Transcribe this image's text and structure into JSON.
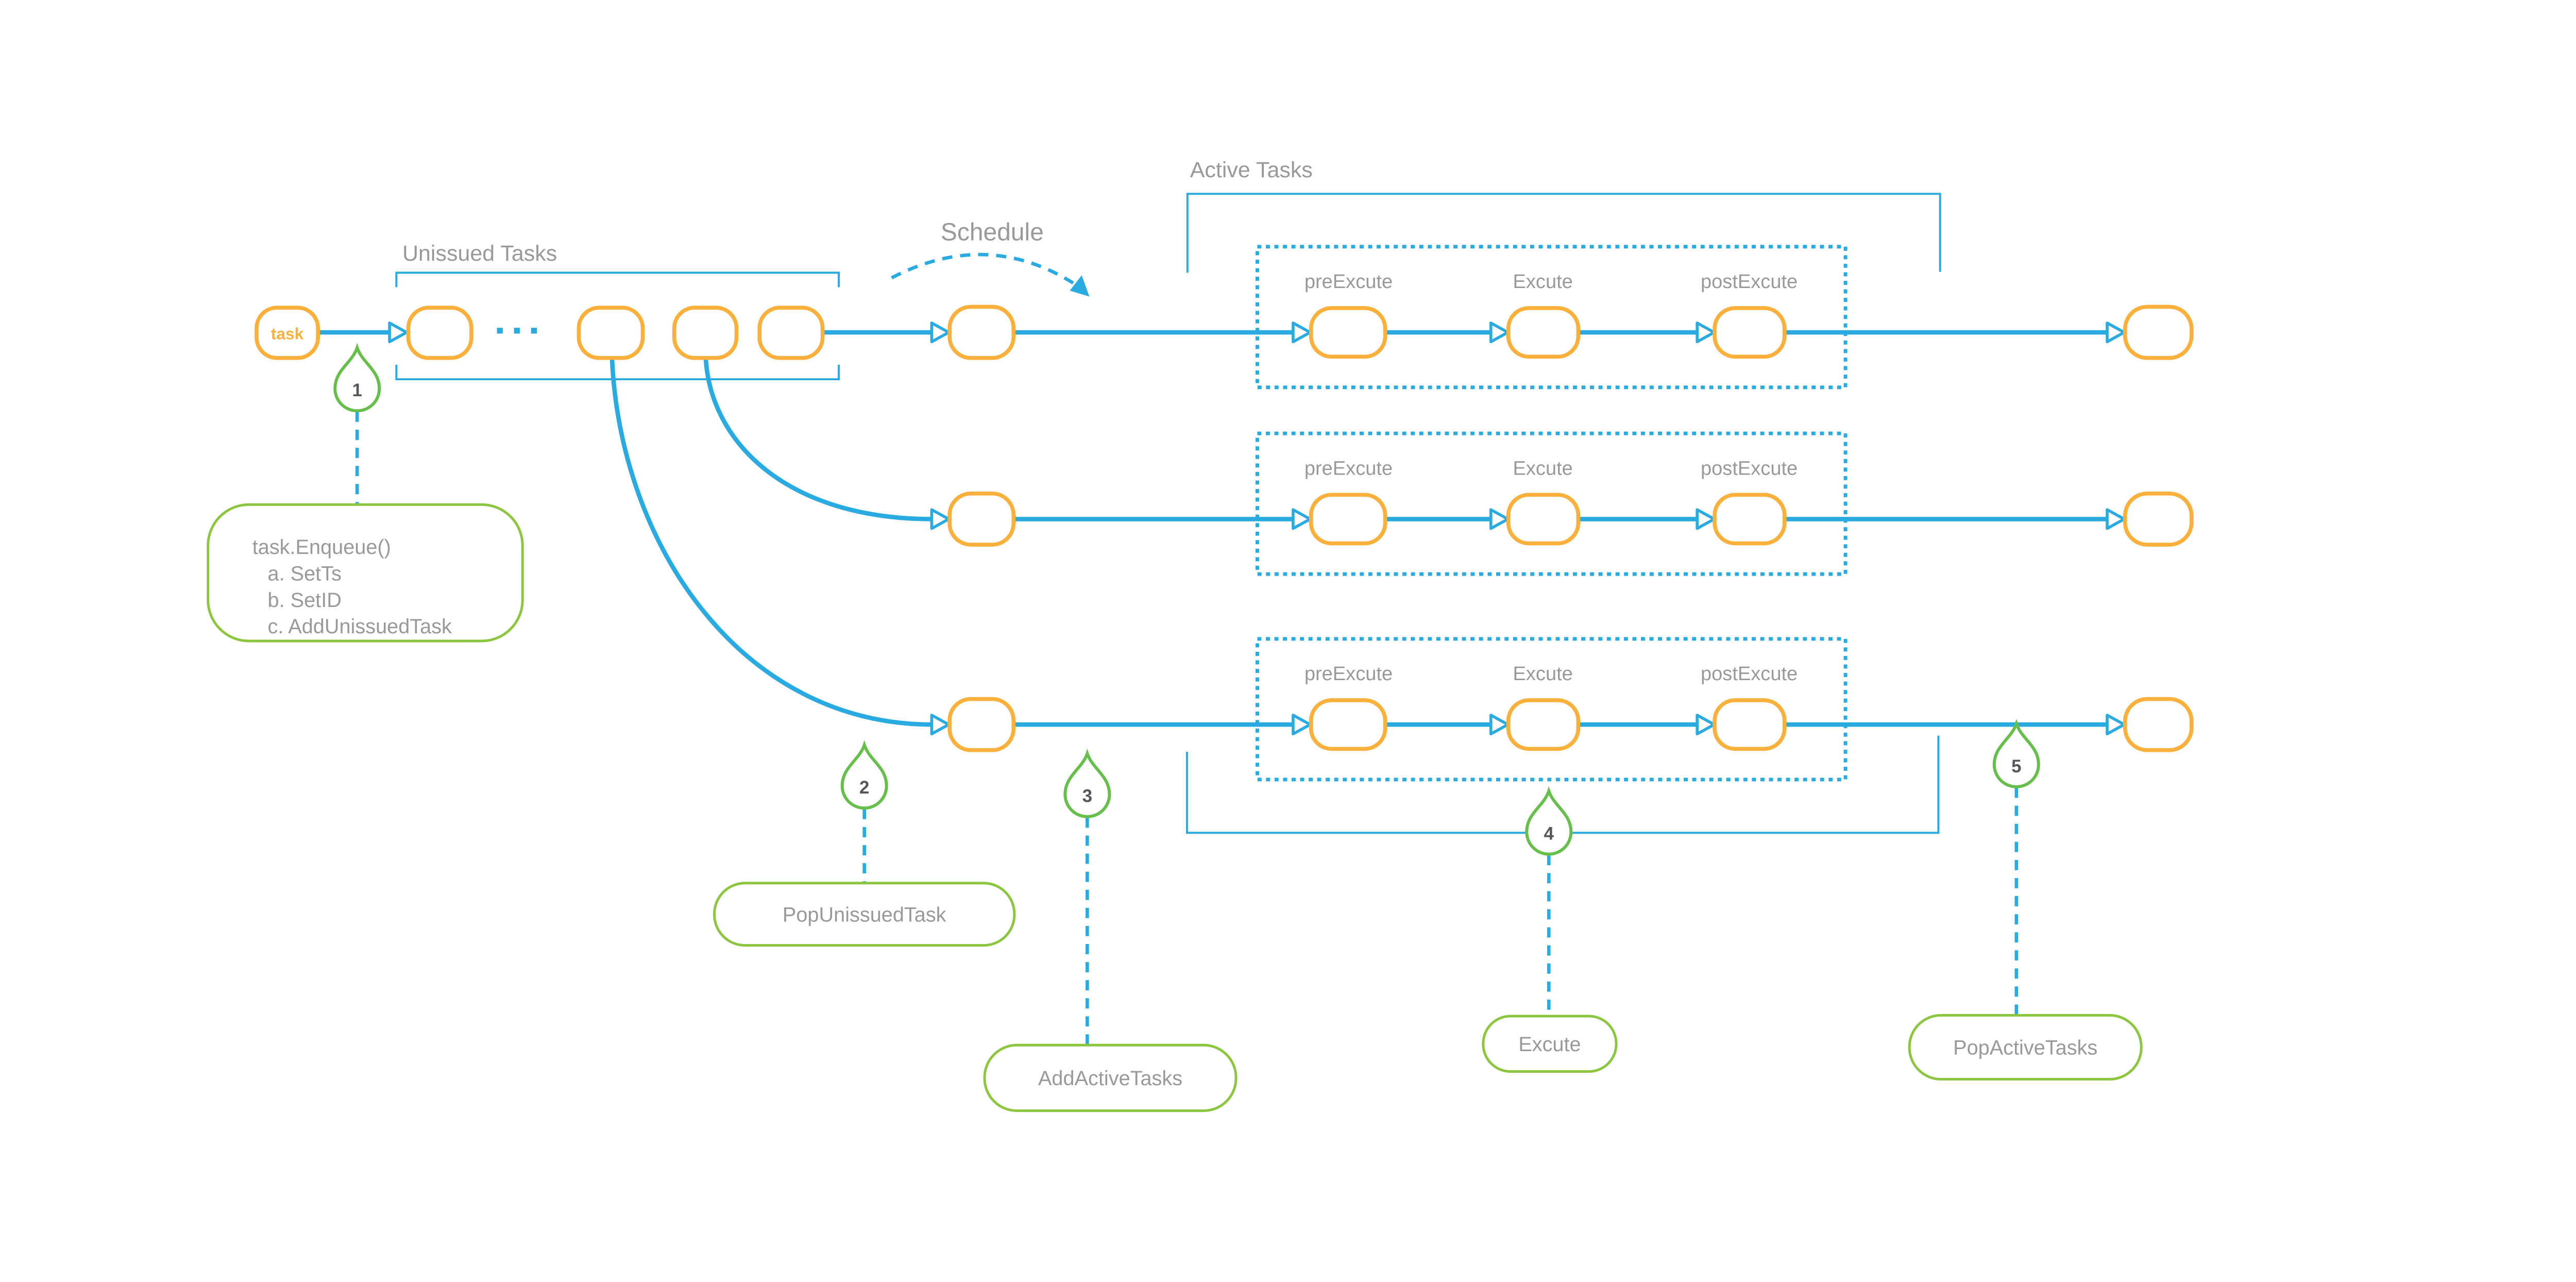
{
  "colors": {
    "flow_blue": "#29ABE2",
    "node_orange": "#FBB03B",
    "marker_green": "#66BF4B",
    "callout_green": "#8CC63F",
    "label_gray": "#97999B",
    "digit_gray": "#55565A"
  },
  "sections": {
    "unissued_tasks": "Unissued Tasks",
    "schedule": "Schedule",
    "active_tasks": "Active Tasks"
  },
  "task_node_label": "task",
  "stage_labels": [
    "preExcute",
    "Excute",
    "postExcute"
  ],
  "markers": [
    {
      "number": "1",
      "callout_lines": [
        "task.Enqueue()",
        "a. SetTs",
        "b. SetID",
        "c. AddUnissuedTask"
      ]
    },
    {
      "number": "2",
      "callout": "PopUnissuedTask"
    },
    {
      "number": "3",
      "callout": "AddActiveTasks"
    },
    {
      "number": "4",
      "callout": "Excute"
    },
    {
      "number": "5",
      "callout": "PopActiveTasks"
    }
  ]
}
